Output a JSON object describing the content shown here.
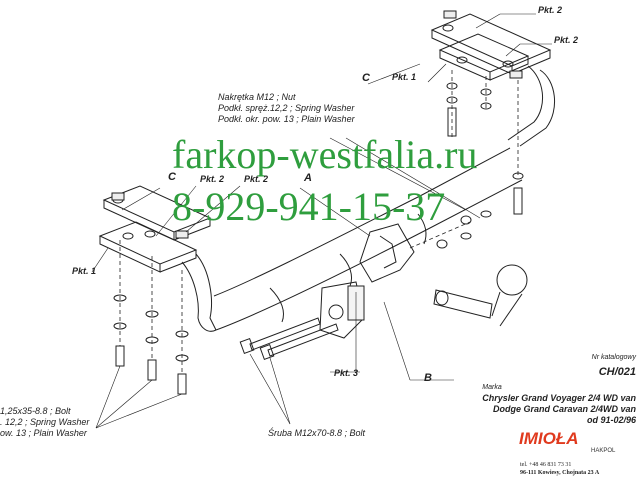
{
  "watermark": {
    "site": "farkop-westfalia.ru",
    "phone": "8-929-941-15-37",
    "color": "#2f9e3e"
  },
  "callouts": {
    "pkt1_right": "Pkt. 1",
    "pkt2_right_top": "Pkt. 2",
    "pkt2_right_mid": "Pkt. 2",
    "c_right": "C",
    "c_left": "C",
    "pkt2_left_a": "Pkt. 2",
    "pkt2_left_b": "Pkt. 2",
    "a_letter": "A",
    "pkt1_left": "Pkt. 1",
    "pkt3": "Pkt. 3",
    "b_letter": "B"
  },
  "nut_spec": {
    "line1": "Nakrętka  M12 ; Nut",
    "line2": "Podkł. spręż.12,2 ; Spring Washer",
    "line3": "Podkł. okr. pow. 13 ; Plain Washer"
  },
  "bolt_spec_left": {
    "line1": "1,25x35-8.8 ;  Bolt",
    "line2": ". 12,2 ; Spring Washer",
    "line3": "ow. 13 ; Plain Washer"
  },
  "bolt_spec_bottom": "Śruba M12x70-8.8 ;  Bolt",
  "product": {
    "catalog_label": "Nr katalogowy",
    "catalog_number": "CH/021",
    "brand_label": "Marka",
    "model1": "Chrysler Grand Voyager 2/4 WD van",
    "model2": "Dodge Grand Caravan 2/4WD van",
    "years": "od 91-02/96"
  },
  "logo": {
    "text": "IMIOŁA",
    "sub": "HAKPOL",
    "color": "#e03a1e"
  },
  "contact": {
    "phone": "tel. +48 46 831 73 31",
    "address": "96-111 Kowiesy, Chojnata 23 A"
  }
}
